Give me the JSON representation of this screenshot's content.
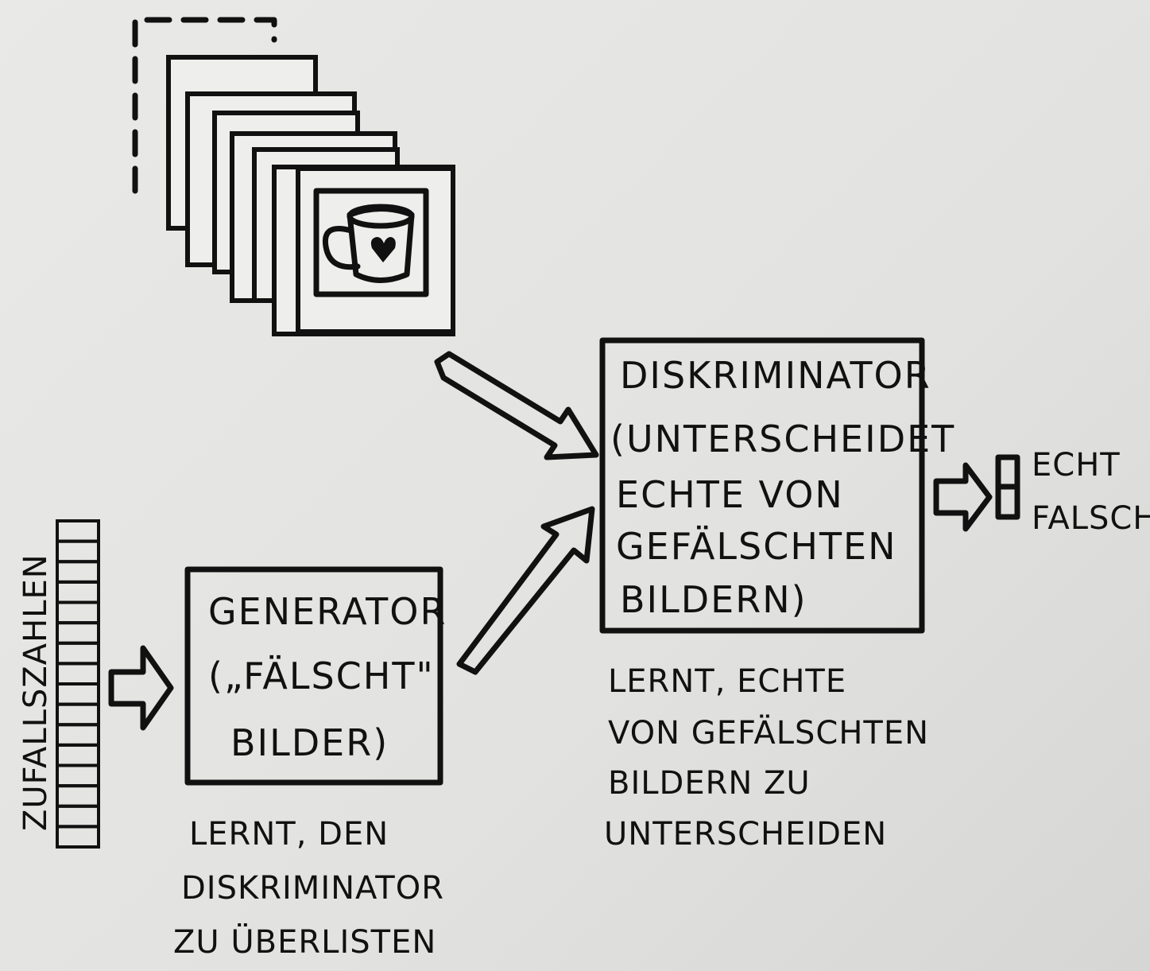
{
  "real_images": {
    "icon": "mug-heart-icon"
  },
  "discriminator": {
    "title": "DISKRIMINATOR",
    "lines": [
      "(UNTERSCHEIDET",
      "ECHTE VON",
      "GEFÄLSCHTEN",
      "BILDERN)"
    ],
    "caption": [
      "LERNT, ECHTE",
      "VON GEFÄLSCHTEN",
      "BILDERN ZU",
      "UNTERSCHEIDEN"
    ]
  },
  "generator": {
    "title": "GENERATOR",
    "lines": [
      "(„FÄLSCHT\"",
      "BILDER)"
    ],
    "caption": [
      "LERNT, DEN",
      "DISKRIMINATOR",
      "ZU ÜBERLISTEN"
    ]
  },
  "noise": {
    "label": "ZUFALLSZAHLEN",
    "cells": 16
  },
  "output": {
    "real": "ECHT",
    "fake": "FALSCH"
  }
}
